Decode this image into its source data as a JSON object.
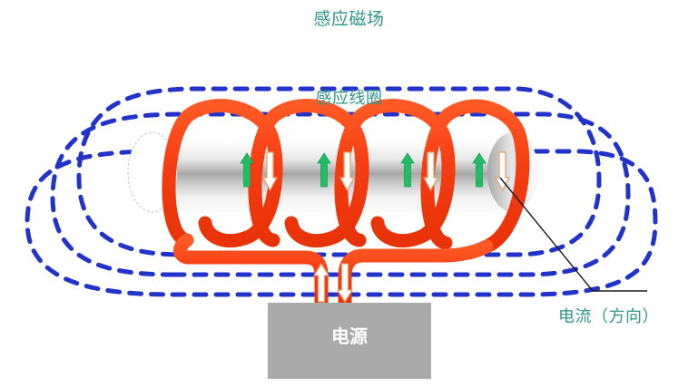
{
  "diagram": {
    "title_label": "感应磁场",
    "coil_label": "感应线圈",
    "current_label": "电流（方向）",
    "power_label": "电源",
    "colors": {
      "field_line": "#2233cc",
      "coil": "#f53c12",
      "label_text": "#2e9687",
      "power_box": "#aaaaaa",
      "power_text": "#ffffff",
      "arrow_up_green": "#22bb66",
      "arrow_white": "#ffffff",
      "arrow_outline": "#e8a06a",
      "leader_line": "#1a1a1a",
      "background": "#ffffff",
      "core_light": "#ffffff",
      "core_shadow": "#9a9a9a"
    },
    "elements": {
      "core_cylinder": "solenoid-core",
      "coil_turns": 4,
      "field_loops": 3,
      "green_arrow_count": 4,
      "white_arrow_count": 4,
      "lead_arrow_up": "current-in",
      "lead_arrow_down": "current-out"
    }
  }
}
